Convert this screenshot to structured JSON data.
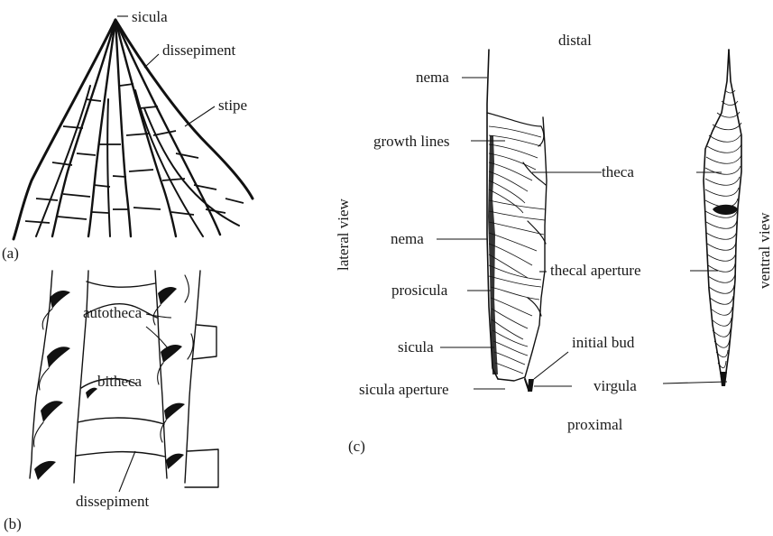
{
  "panels": {
    "a": {
      "tag": "(a)",
      "labels": {
        "sicula": "sicula",
        "dissepiment": "dissepiment",
        "stipe": "stipe"
      }
    },
    "b": {
      "tag": "(b)",
      "labels": {
        "autotheca": "autotheca",
        "bitheca": "bitheca",
        "dissepiment": "dissepiment"
      }
    },
    "c": {
      "tag": "(c)",
      "labels": {
        "distal": "distal",
        "proximal": "proximal",
        "lateral_view": "lateral view",
        "ventral_view": "ventral view",
        "nema_top": "nema",
        "growth_lines": "growth lines",
        "nema_mid": "nema",
        "prosicula": "prosicula",
        "sicula": "sicula",
        "sicula_aperture": "sicula aperture",
        "theca": "theca",
        "thecal_aperture": "thecal aperture",
        "initial_bud": "initial bud",
        "virgula": "virgula"
      }
    }
  }
}
